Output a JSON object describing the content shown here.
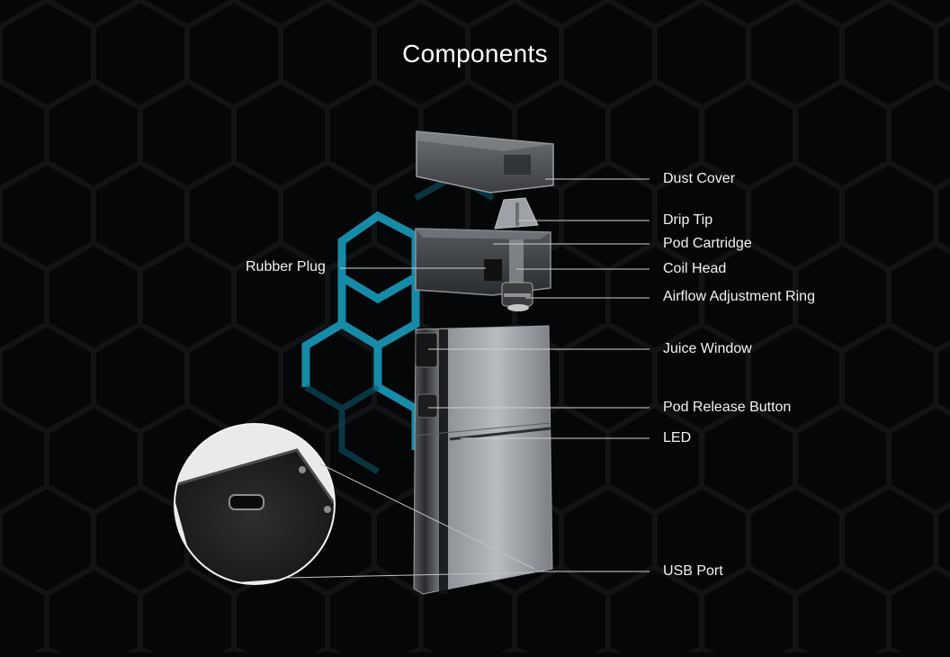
{
  "title": "Components",
  "labels": {
    "dust_cover": "Dust Cover",
    "drip_tip": "Drip Tip",
    "pod_cartridge": "Pod Cartridge",
    "rubber_plug": "Rubber Plug",
    "coil_head": "Coil Head",
    "airflow_ring": "Airflow Adjustment Ring",
    "juice_window": "Juice Window",
    "pod_release_button": "Pod Release Button",
    "led": "LED",
    "usb_port": "USB Port"
  },
  "colors": {
    "background": "#050607",
    "hex_glow": "#1aa3c4",
    "leader_line": "#d0d0d0",
    "label_text": "#f2f2f2"
  }
}
